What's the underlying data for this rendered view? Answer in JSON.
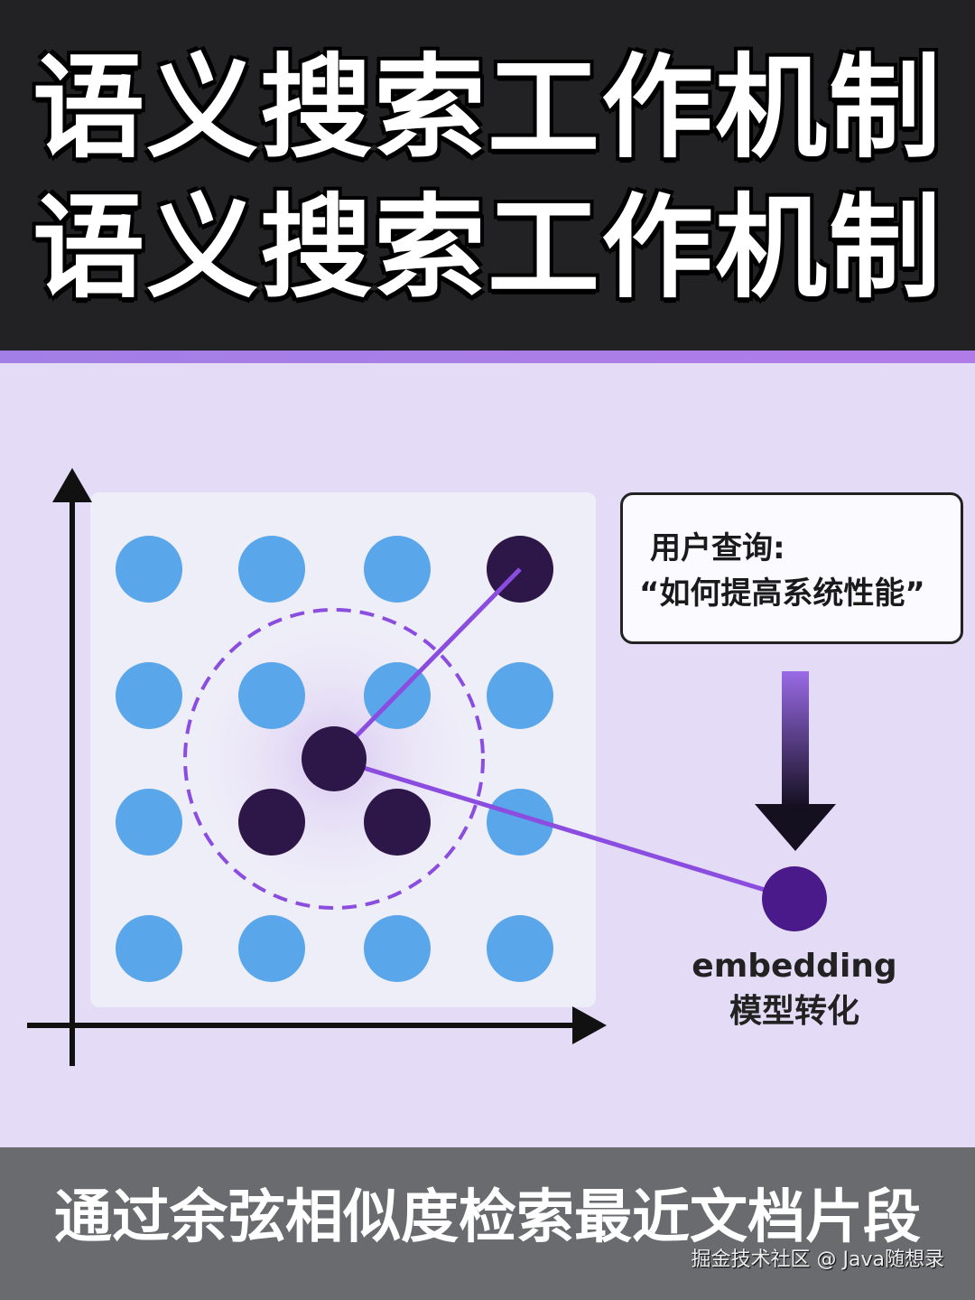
{
  "header": {
    "title_line1": "语义搜索工作机制",
    "title_line2": "语义搜索工作机制"
  },
  "query_box": {
    "label": "用户查询:",
    "query": "“如何提高系统性能”"
  },
  "embedding": {
    "line1": "embedding",
    "line2": "模型转化"
  },
  "footer": {
    "caption": "通过余弦相似度检索最近文档片段",
    "watermark": "掘金技术社区 @ Java随想录"
  },
  "colors": {
    "doc_dot": "#5aa6ea",
    "near_dot": "#2d1648",
    "query_dot": "#4a1a8a",
    "line": "#8a4de0",
    "dashed_circle": "#8a4de0"
  }
}
